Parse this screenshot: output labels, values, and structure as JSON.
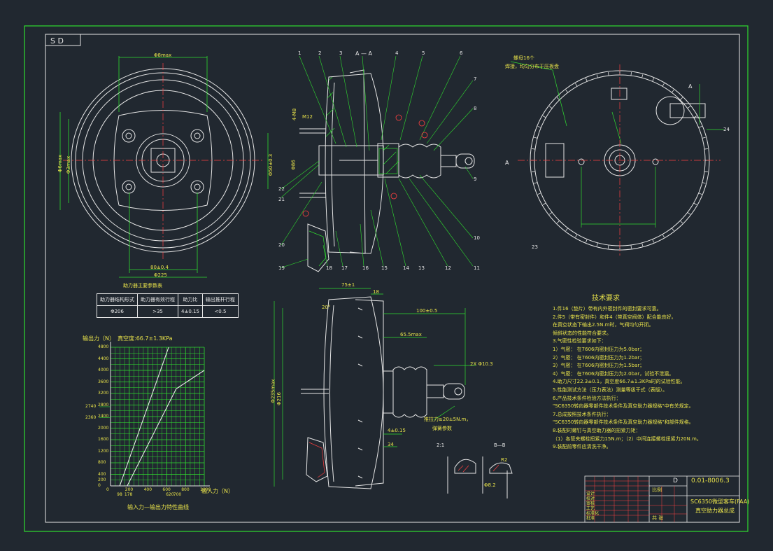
{
  "colors": {
    "background": "#212830",
    "frame": "#2fdc2f",
    "outline": "#e6e6e6",
    "center_line": "#ff4040",
    "dimension": "#2fdc2f",
    "note_text": "#e8e24a"
  },
  "title_tag": "S D",
  "section_label": "A — A",
  "view_a_arrow": "A",
  "view_a_hint": "A",
  "front_view_caption": "助力器主要参数表",
  "notes_left": [
    "4-M8",
    "M12",
    "Φ86"
  ],
  "part_numbers_top": [
    "1",
    "2",
    "3",
    "4",
    "5",
    "6",
    "7",
    "8",
    "9"
  ],
  "part_numbers_right": [
    "10",
    "11",
    "12",
    "13",
    "14",
    "15"
  ],
  "part_numbers_left": [
    "16",
    "17",
    "18",
    "19",
    "20",
    "21",
    "22",
    "23",
    "24"
  ],
  "holes_note": [
    "螺母16个",
    "焊接，均匀分布于压板盘"
  ],
  "dims_front": [
    "Φ8max",
    "Φ6max",
    "Φ3max",
    "80±0.4",
    "Φ50±0.3",
    "Φ225"
  ],
  "dims_side": [
    "75±1",
    "18",
    "100±0.5",
    "65.5max",
    "2X Φ10.3",
    "Φ235max",
    "Φ216",
    "20°",
    "4±0.15",
    "34"
  ],
  "vacuum_label": "真空度:66.7±1.3KPa",
  "chart_data": {
    "type": "line",
    "title": "输入力—输出力特性曲线",
    "xlabel": "输入力（N）",
    "ylabel": "输出力（N）",
    "x_ticks": [
      "0",
      "200",
      "400",
      "600",
      "800",
      "1000"
    ],
    "y_ticks": [
      "0",
      "200",
      "400",
      "800",
      "1200",
      "1600",
      "2000",
      "2400",
      "2800",
      "3200",
      "3600",
      "4000",
      "4400",
      "4800"
    ],
    "y_side_marks": [
      "2740",
      "2360"
    ],
    "x_extra_marks": [
      "98",
      "178",
      "620",
      "700"
    ],
    "xlim": [
      0,
      1000
    ],
    "ylim": [
      0,
      4800
    ],
    "grid": true,
    "series": [
      {
        "x": [
          98,
          620
        ],
        "y": [
          0,
          4800
        ]
      },
      {
        "x": [
          178,
          700,
          1000
        ],
        "y": [
          0,
          3360,
          4000
        ]
      }
    ]
  },
  "spec_table": {
    "headers": [
      "助力器结构形式",
      "助力器有效行程",
      "助力比",
      "输出推杆行程"
    ],
    "row": [
      "Φ206",
      ">35",
      "4±0.15",
      "<0.5"
    ]
  },
  "force_note": "推拉力≥20±5N.m，",
  "spring_note": "弹簧参数",
  "detail_labels": [
    "2:1",
    "B—B",
    "R2",
    "Φ8.2"
  ],
  "tech_title": "技术要求",
  "tech_notes": [
    "1.件16（垫片）带有内外密封件的密封要求可靠。",
    "2.件5（带有密封件）和件4（带真空阀体）配合能良好。",
    "  在真空状态下输出2.5N.m时，气阀均匀开闭。",
    "  倾斜状态的性能符合要求。",
    "3.气密性检验要求如下：",
    "  1）气密： 在7606内密封压力为5.0bar；",
    "  2）气密： 在7606内密封压力为1.2bar；",
    "  3）气密： 在7606内密封压力为1.5bar；",
    "  4）气密： 在7606内密封压力为2.0bar，试验不泄漏。",
    "4.助力尺寸22.3±0.1，真空度66.7±1.3KPa时的试验性能。",
    "5.性能测试方法（压力表法）测量等级干式（表版）。",
    "6.产品技术条件检验方法执行：",
    "  \"SC6350转向器零部件技术条件及真空助力器规格\"中有关规定。",
    "7.总成按照技术条件执行：",
    "  \"SC6350转向器零部件技术条件及真空助力器规格\"和部件规格。",
    "8.装配时螺钉与真空助力器的扭紧力矩：",
    "  （1）各管夹螺栓扭紧力15N.m；（2）中间连接螺栓扭紧力20N.m。",
    "9.装配前零件应清洗干净。"
  ],
  "title_block": {
    "drawing_no": "0.01-8006.3",
    "version": "D",
    "name_line1": "SC6350微型客车(FAA)",
    "name_line2": "真空助力器总成",
    "roles": [
      "设计",
      "校对",
      "审核",
      "工艺",
      "标准化",
      "批准"
    ],
    "scale_label": "比例",
    "sheet_label": "共  张"
  }
}
